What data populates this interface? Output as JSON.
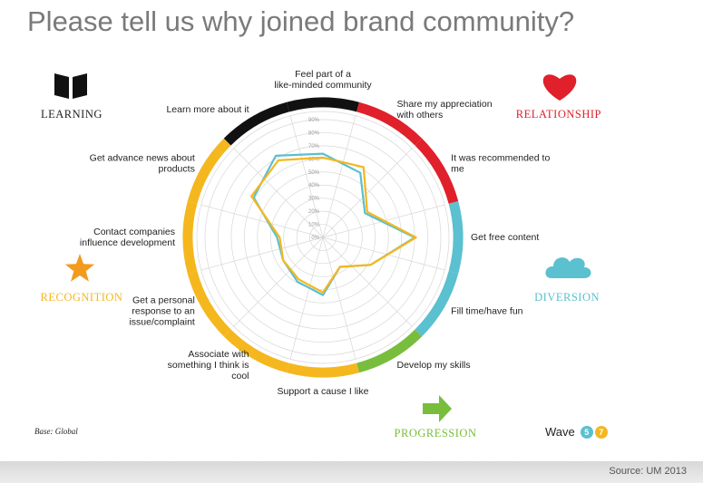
{
  "title": "Please tell us why joined brand community?",
  "base_label": "Base: Global",
  "wave_label": "Wave",
  "wave_badges": [
    "5",
    "7"
  ],
  "source": "Source: UM 2013",
  "categories": [
    {
      "name": "LEARNING",
      "color": "#111111",
      "icon": "book-icon"
    },
    {
      "name": "RELATIONSHIP",
      "color": "#e0202a",
      "icon": "heart-icon"
    },
    {
      "name": "DIVERSION",
      "color": "#5bc0cf",
      "icon": "cloud-icon"
    },
    {
      "name": "PROGRESSION",
      "color": "#78be3c",
      "icon": "arrow-right-icon"
    },
    {
      "name": "RECOGNITION",
      "color": "#f5b71e",
      "icon": "star-icon"
    }
  ],
  "chart_data": {
    "type": "radar",
    "axes": [
      "Feel part of a like-minded community",
      "Share my appreciation with others",
      "It was recommended to me",
      "Get free content",
      "Fill time/have fun",
      "Develop my skills",
      "Support a cause I like",
      "Associate with something I think is cool",
      "Get a personal response to an issue/complaint",
      "Contact companies influence development",
      "Get advance news about products",
      "Learn more about it"
    ],
    "axis_categories": [
      "LEARNING",
      "RELATIONSHIP",
      "RELATIONSHIP",
      "DIVERSION",
      "DIVERSION",
      "PROGRESSION",
      "RECOGNITION",
      "RECOGNITION",
      "RECOGNITION",
      "RECOGNITION",
      "RECOGNITION",
      "LEARNING"
    ],
    "ticks": [
      "0%",
      "10%",
      "20%",
      "30%",
      "40%",
      "50%",
      "60%",
      "70%",
      "80%",
      "90%"
    ],
    "rlim": [
      0,
      90
    ],
    "series": [
      {
        "name": "5",
        "color": "#5bc0cf",
        "values": [
          64,
          57,
          37,
          70,
          42,
          26,
          44,
          39,
          35,
          35,
          61,
          72
        ]
      },
      {
        "name": "7",
        "color": "#f5b71e",
        "values": [
          61,
          62,
          39,
          71,
          42,
          26,
          42,
          37,
          35,
          33,
          63,
          68
        ]
      }
    ]
  }
}
